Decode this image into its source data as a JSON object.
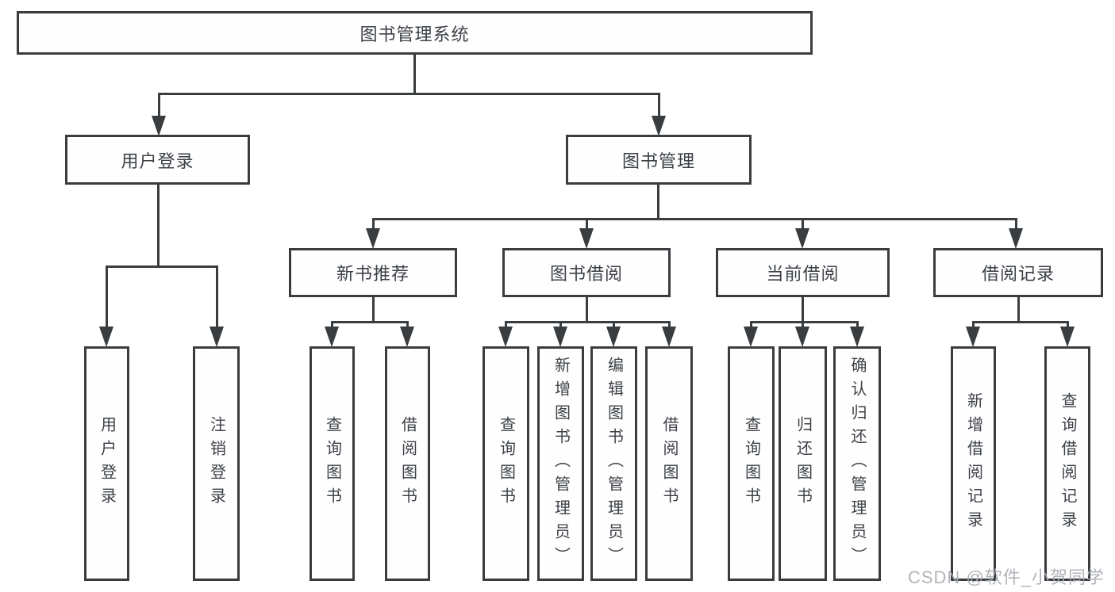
{
  "diagram": {
    "title": "图书管理系统",
    "watermark": "CSDN @软件_小贺同学",
    "colors": {
      "background": "#ffffff",
      "line": "#3a3d40",
      "box_border": "#3a3d40",
      "text": "#3c4147",
      "watermark": "#a8acb1"
    },
    "nodes": [
      {
        "id": "root",
        "label": "图书管理系统",
        "level": 1,
        "parent": null,
        "orientation": "horizontal"
      },
      {
        "id": "user-login",
        "label": "用户登录",
        "level": 2,
        "parent": "root",
        "orientation": "horizontal"
      },
      {
        "id": "book-mgmt",
        "label": "图书管理",
        "level": 2,
        "parent": "root",
        "orientation": "horizontal"
      },
      {
        "id": "new-book-rec",
        "label": "新书推荐",
        "level": 3,
        "parent": "book-mgmt",
        "orientation": "horizontal"
      },
      {
        "id": "book-borrow",
        "label": "图书借阅",
        "level": 3,
        "parent": "book-mgmt",
        "orientation": "horizontal"
      },
      {
        "id": "current-borrow",
        "label": "当前借阅",
        "level": 3,
        "parent": "book-mgmt",
        "orientation": "horizontal"
      },
      {
        "id": "borrow-record",
        "label": "借阅记录",
        "level": 3,
        "parent": "book-mgmt",
        "orientation": "horizontal"
      },
      {
        "id": "leaf-user-login",
        "label": "用户登录",
        "level": 4,
        "parent": "user-login",
        "orientation": "vertical"
      },
      {
        "id": "leaf-logout",
        "label": "注销登录",
        "level": 4,
        "parent": "user-login",
        "orientation": "vertical"
      },
      {
        "id": "leaf-nbr-query",
        "label": "查询图书",
        "level": 4,
        "parent": "new-book-rec",
        "orientation": "vertical"
      },
      {
        "id": "leaf-nbr-borrow",
        "label": "借阅图书",
        "level": 4,
        "parent": "new-book-rec",
        "orientation": "vertical"
      },
      {
        "id": "leaf-bb-query",
        "label": "查询图书",
        "level": 4,
        "parent": "book-borrow",
        "orientation": "vertical"
      },
      {
        "id": "leaf-bb-add",
        "label": "新增图书（管理员）",
        "level": 4,
        "parent": "book-borrow",
        "orientation": "vertical"
      },
      {
        "id": "leaf-bb-edit",
        "label": "编辑图书（管理员）",
        "level": 4,
        "parent": "book-borrow",
        "orientation": "vertical"
      },
      {
        "id": "leaf-bb-borrow",
        "label": "借阅图书",
        "level": 4,
        "parent": "book-borrow",
        "orientation": "vertical"
      },
      {
        "id": "leaf-cb-query",
        "label": "查询图书",
        "level": 4,
        "parent": "current-borrow",
        "orientation": "vertical"
      },
      {
        "id": "leaf-cb-return",
        "label": "归还图书",
        "level": 4,
        "parent": "current-borrow",
        "orientation": "vertical"
      },
      {
        "id": "leaf-cb-confirm",
        "label": "确认归还（管理员）",
        "level": 4,
        "parent": "current-borrow",
        "orientation": "vertical"
      },
      {
        "id": "leaf-br-add",
        "label": "新增借阅记录",
        "level": 4,
        "parent": "borrow-record",
        "orientation": "vertical"
      },
      {
        "id": "leaf-br-query",
        "label": "查询借阅记录",
        "level": 4,
        "parent": "borrow-record",
        "orientation": "vertical"
      }
    ]
  }
}
